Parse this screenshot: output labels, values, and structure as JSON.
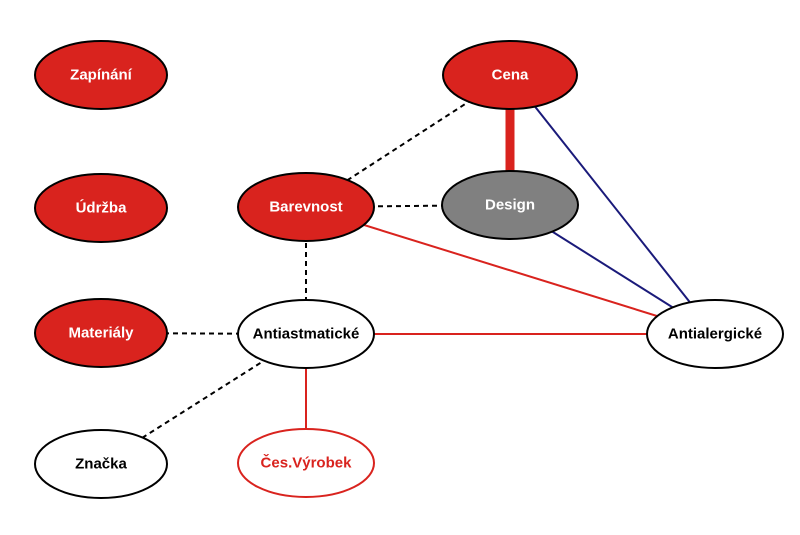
{
  "diagram": {
    "nodes": {
      "zapinani": {
        "label": "Zapínání",
        "fill": "#d9231e",
        "stroke": "#000000",
        "text_color": "#ffffff"
      },
      "udrzba": {
        "label": "Údržba",
        "fill": "#d9231e",
        "stroke": "#000000",
        "text_color": "#ffffff"
      },
      "materialy": {
        "label": "Materiály",
        "fill": "#d9231e",
        "stroke": "#000000",
        "text_color": "#ffffff"
      },
      "znacka": {
        "label": "Značka",
        "fill": "#ffffff",
        "stroke": "#000000",
        "text_color": "#000000"
      },
      "cena": {
        "label": "Cena",
        "fill": "#d9231e",
        "stroke": "#000000",
        "text_color": "#ffffff"
      },
      "barevnost": {
        "label": "Barevnost",
        "fill": "#d9231e",
        "stroke": "#000000",
        "text_color": "#ffffff"
      },
      "design": {
        "label": "Design",
        "fill": "#808080",
        "stroke": "#000000",
        "text_color": "#ffffff"
      },
      "antiastmaticke": {
        "label": "Antiastmatické",
        "fill": "#ffffff",
        "stroke": "#000000",
        "text_color": "#000000"
      },
      "antialergicke": {
        "label": "Antialergické",
        "fill": "#ffffff",
        "stroke": "#000000",
        "text_color": "#000000"
      },
      "ces_vyrobek": {
        "label": "Čes.Výrobek",
        "fill": "#ffffff",
        "stroke": "#d9231e",
        "text_color": "#d9231e"
      }
    },
    "edges": [
      {
        "from": "cena",
        "to": "design",
        "style": "solid-thick",
        "color": "#d9231e"
      },
      {
        "from": "cena",
        "to": "barevnost",
        "style": "dashed",
        "color": "#000000"
      },
      {
        "from": "cena",
        "to": "antialergicke",
        "style": "solid",
        "color": "#1a1a7a"
      },
      {
        "from": "design",
        "to": "antialergicke",
        "style": "solid",
        "color": "#1a1a7a"
      },
      {
        "from": "barevnost",
        "to": "design",
        "style": "dashed",
        "color": "#000000"
      },
      {
        "from": "barevnost",
        "to": "antialergicke",
        "style": "solid",
        "color": "#d9231e"
      },
      {
        "from": "barevnost",
        "to": "antiastmaticke",
        "style": "dashed",
        "color": "#000000"
      },
      {
        "from": "materialy",
        "to": "antiastmaticke",
        "style": "dashed",
        "color": "#000000"
      },
      {
        "from": "antiastmaticke",
        "to": "antialergicke",
        "style": "solid",
        "color": "#d9231e"
      },
      {
        "from": "antiastmaticke",
        "to": "znacka",
        "style": "dashed",
        "color": "#000000"
      },
      {
        "from": "antiastmaticke",
        "to": "ces_vyrobek",
        "style": "solid",
        "color": "#d9231e"
      }
    ]
  }
}
